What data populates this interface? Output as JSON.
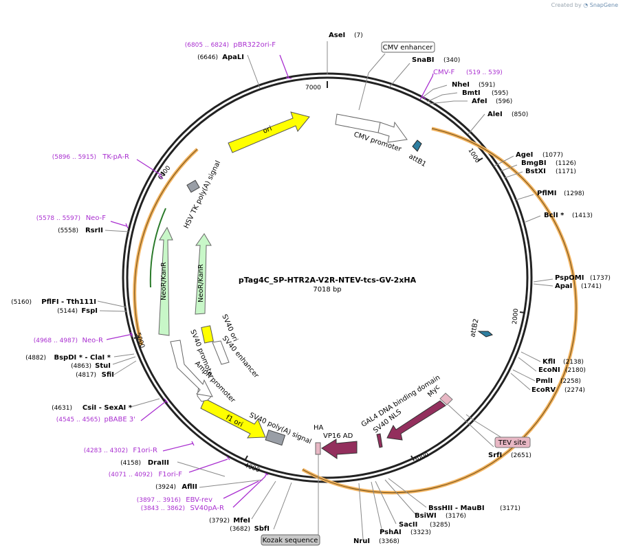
{
  "header": {
    "credit_prefix": "Created by",
    "credit_brand": "SnapGene"
  },
  "plasmid": {
    "name": "pTag4C_SP-HTR2A-V2R-NTEV-tcs-GV-2xHA",
    "length": "7018 bp",
    "length_bp": 7018
  },
  "ticks": [
    "1000",
    "2000",
    "3000",
    "4000",
    "5000",
    "6000",
    "7000"
  ],
  "colors": {
    "backbone": "#222222",
    "primer": "#a92fd0",
    "orf": "#f2b35f",
    "ori": "#ffff00",
    "neo": "#c8f7c8",
    "promoter": "#ffffff",
    "domain": "#932f5d",
    "polyA": "#999ea6",
    "att": "#2e7ea0",
    "tag": "#e8b7c4"
  },
  "enzymes": [
    {
      "name": "AseI",
      "pos": "(7)"
    },
    {
      "name": "SnaBI",
      "pos": "(340)"
    },
    {
      "name": "NheI",
      "pos": "(591)"
    },
    {
      "name": "BmtI",
      "pos": "(595)"
    },
    {
      "name": "AfeI",
      "pos": "(596)"
    },
    {
      "name": "AleI",
      "pos": "(850)"
    },
    {
      "name": "AgeI",
      "pos": "(1077)"
    },
    {
      "name": "BmgBI",
      "pos": "(1126)"
    },
    {
      "name": "BstXI",
      "pos": "(1171)"
    },
    {
      "name": "PflMI",
      "pos": "(1298)"
    },
    {
      "name": "BclI *",
      "pos": "(1413)"
    },
    {
      "name": "PspOMI",
      "pos": "(1737)"
    },
    {
      "name": "ApaI",
      "pos": "(1741)"
    },
    {
      "name": "KflI",
      "pos": "(2138)"
    },
    {
      "name": "EcoNI",
      "pos": "(2180)"
    },
    {
      "name": "PmlI",
      "pos": "(2258)"
    },
    {
      "name": "EcoRV",
      "pos": "(2274)"
    },
    {
      "name": "SrfI",
      "pos": "(2651)"
    },
    {
      "name": "BssHII - MauBI",
      "pos": "(3171)"
    },
    {
      "name": "BsiWI",
      "pos": "(3176)"
    },
    {
      "name": "SacII",
      "pos": "(3285)"
    },
    {
      "name": "PshAI",
      "pos": "(3323)"
    },
    {
      "name": "NruI",
      "pos": "(3368)"
    },
    {
      "name": "SbfI",
      "pos": "(3682)"
    },
    {
      "name": "MfeI",
      "pos": "(3792)"
    },
    {
      "name": "AflII",
      "pos": "(3924)"
    },
    {
      "name": "DraIII",
      "pos": "(4158)"
    },
    {
      "name": "CsiI - SexAI *",
      "pos": "(4631)"
    },
    {
      "name": "SfiI",
      "pos": "(4817)"
    },
    {
      "name": "StuI",
      "pos": "(4863)"
    },
    {
      "name": "BspDI * - ClaI *",
      "pos": "(4882)"
    },
    {
      "name": "FspI",
      "pos": "(5144)"
    },
    {
      "name": "PflFI - Tth111I",
      "pos": "(5160)"
    },
    {
      "name": "RsrII",
      "pos": "(5558)"
    },
    {
      "name": "ApaLI",
      "pos": "(6646)"
    }
  ],
  "primers": [
    {
      "name": "CMV-F",
      "pos": "(519 .. 539)"
    },
    {
      "name": "pBR322ori-F",
      "pos": "(6805 .. 6824)"
    },
    {
      "name": "TK-pA-R",
      "pos": "(5896 .. 5915)"
    },
    {
      "name": "Neo-F",
      "pos": "(5578 .. 5597)"
    },
    {
      "name": "Neo-R",
      "pos": "(4968 .. 4987)"
    },
    {
      "name": "pBABE 3'",
      "pos": "(4545 .. 4565)"
    },
    {
      "name": "F1ori-R",
      "pos": "(4283 .. 4302)"
    },
    {
      "name": "F1ori-F",
      "pos": "(4071 .. 4092)"
    },
    {
      "name": "EBV-rev",
      "pos": "(3897 .. 3916)"
    },
    {
      "name": "SV40pA-R",
      "pos": "(3843 .. 3862)"
    }
  ],
  "boxed_labels": {
    "cmv_enhancer": "CMV enhancer",
    "tev_site": "TEV site",
    "kozak": "Kozak sequence"
  },
  "features": {
    "ori": "ori",
    "cmv_promoter": "CMV promoter",
    "attB1": "attB1",
    "attB2": "attB2",
    "myc": "Myc",
    "gal4": "GAL4 DNA binding domain",
    "sv40_nls": "SV40 NLS",
    "vp16": "VP16 AD",
    "ha": "HA",
    "sv40_polya": "SV40 poly(A) signal",
    "f1_ori": "f1 ori",
    "ampr_promoter": "AmpR promoter",
    "sv40_promoter": "SV40 promoter",
    "sv40_ori": "SV40 ori",
    "sv40_enhancer": "SV40 enhancer",
    "neokanr": "NeoR/KanR",
    "hsv_tk": "HSV TK poly(A) signal"
  }
}
